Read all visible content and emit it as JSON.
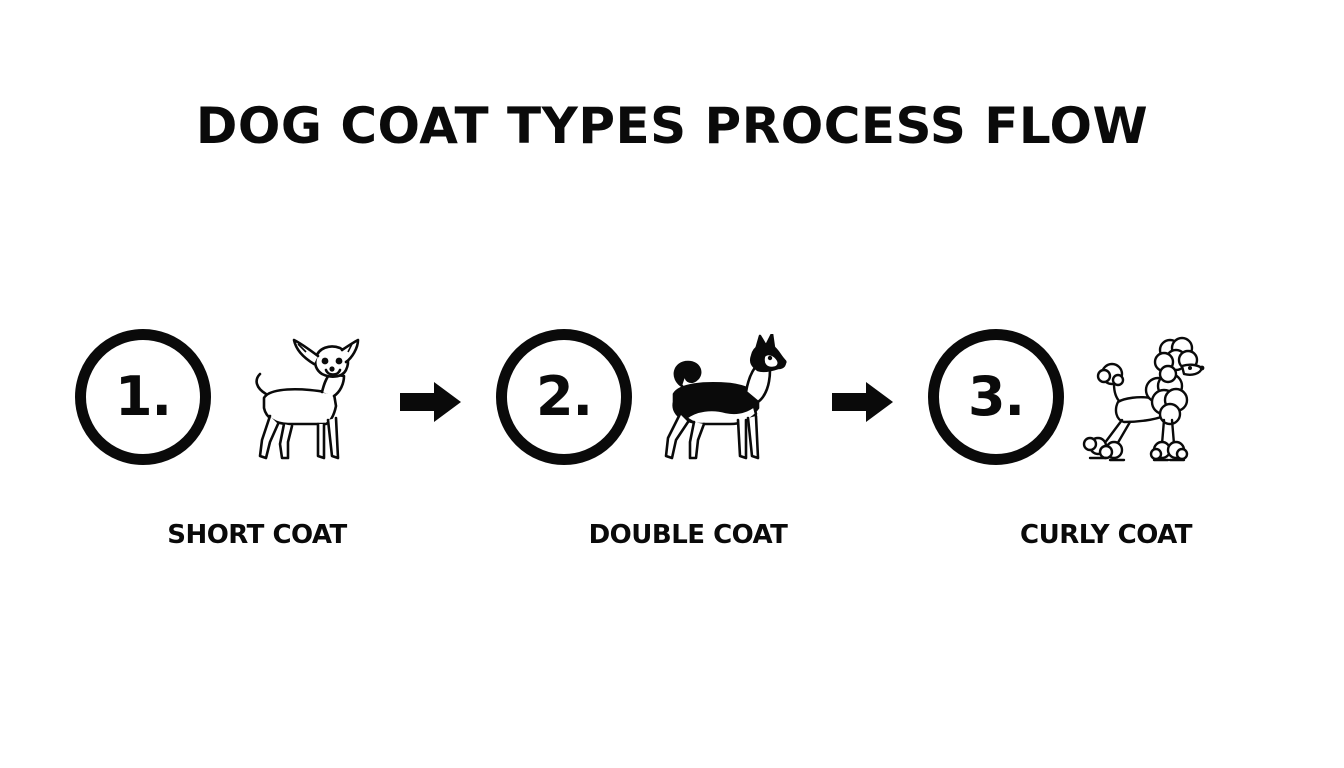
{
  "title": "DOG COAT TYPES PROCESS FLOW",
  "steps": [
    {
      "number": "1.",
      "label": "SHORT COAT",
      "icon": "chihuahua-icon"
    },
    {
      "number": "2.",
      "label": "DOUBLE COAT",
      "icon": "husky-icon"
    },
    {
      "number": "3.",
      "label": "CURLY COAT",
      "icon": "poodle-icon"
    }
  ],
  "connector_icon": "arrow-right-icon",
  "colors": {
    "ink": "#0a0a0a",
    "background": "#ffffff"
  }
}
